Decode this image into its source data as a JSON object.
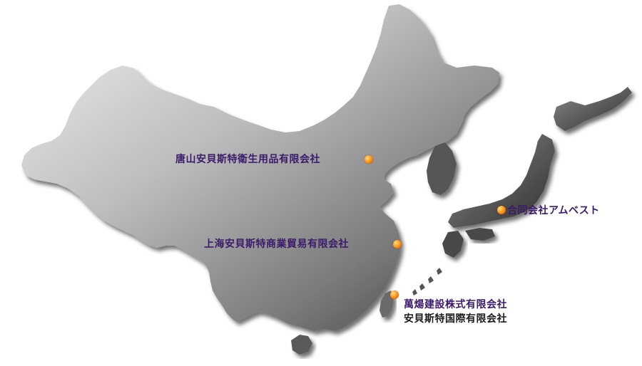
{
  "colors": {
    "label_primary": "#3b1a6b",
    "label_secondary": "#1a1a1a",
    "dot": "#ff8c00",
    "land_light": "#e6e6e6",
    "land_dark": "#3a3a3a"
  },
  "locations": [
    {
      "name": "唐山安貝斯特衛生用品有限会社"
    },
    {
      "name": "上海安貝斯特商業貿易有限会社"
    },
    {
      "name": "萬煬建設株式有限会社",
      "subtitle": "安貝斯特国際有限会社"
    },
    {
      "name": "合同会社アムベスト"
    }
  ]
}
